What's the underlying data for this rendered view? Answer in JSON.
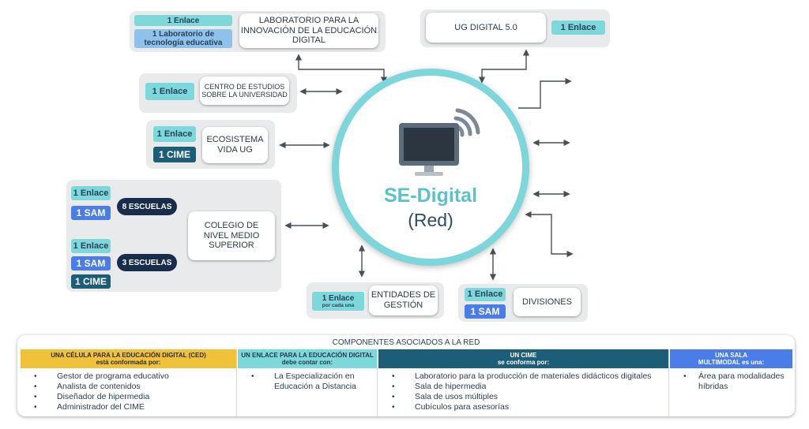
{
  "center": {
    "title": "SE-Digital",
    "subtitle": "(Red)"
  },
  "lab": {
    "title": "LABORATORIO PARA LA INNOVACIÓN DE LA EDUCACIÓN DIGITAL",
    "enlace": "1 Enlace",
    "lab_tech": "1 Laboratorio de tecnología educativa"
  },
  "ug": {
    "title": "UG DIGITAL 5.0",
    "enlace": "1 Enlace"
  },
  "centro": {
    "title": "CENTRO DE ESTUDIOS SOBRE LA UNIVERSIDAD",
    "enlace": "1 Enlace"
  },
  "eco": {
    "title": "ECOSISTEMA VIDA UG",
    "enlace": "1 Enlace",
    "cime": "1 CIME"
  },
  "colegio": {
    "title": "COLEGIO DE NIVEL MEDIO SUPERIOR",
    "group1": {
      "enlace": "1 Enlace",
      "sam": "1 SAM",
      "escuelas": "8 ESCUELAS"
    },
    "group2": {
      "enlace": "1 Enlace",
      "sam": "1 SAM",
      "cime": "1 CIME",
      "escuelas": "3 ESCUELAS"
    }
  },
  "entidades": {
    "title": "ENTIDADES DE GESTIÓN",
    "enlace": "1 Enlace",
    "note": "por cada una"
  },
  "divisiones": {
    "title": "DIVISIONES",
    "enlace": "1 Enlace",
    "sam": "1 SAM"
  },
  "components": {
    "title": "COMPONENTES ASOCIADOS A LA RED",
    "ced": {
      "heading": "UNA CÉLULA PARA LA EDUCACIÓN DIGITAL (CED)",
      "sub": "está conformada por:",
      "items": [
        "Gestor de programa educativo",
        "Analista de contenidos",
        "Diseñador de hipermedia",
        "Administrador del CIME"
      ]
    },
    "enlace": {
      "heading": "UN ENLACE PARA LA EDUCACIÓN DIGITAL",
      "sub": "debe contar con:",
      "items": [
        "La Especialización en Educación a Distancia"
      ]
    },
    "cime": {
      "heading": "UN CIME",
      "sub": "se conforma por:",
      "items": [
        "Laboratorio para la producción de materiales didácticos digitales",
        "Sala de hipermedia",
        "Sala de usos múltiples",
        "Cubículos para asesorías"
      ]
    },
    "sala": {
      "heading": "UNA SALA",
      "heading2": "MULTIMODAL",
      "sub": "es una:",
      "items": [
        "Área para modalidades híbridas"
      ]
    }
  },
  "colors": {
    "teal": "#7dd8da",
    "dark_teal": "#1c5e78",
    "navy": "#182d4c",
    "sam_blue": "#4a7de8",
    "ced_yellow": "#f0c23a",
    "sala_blue": "#4a7de8"
  }
}
